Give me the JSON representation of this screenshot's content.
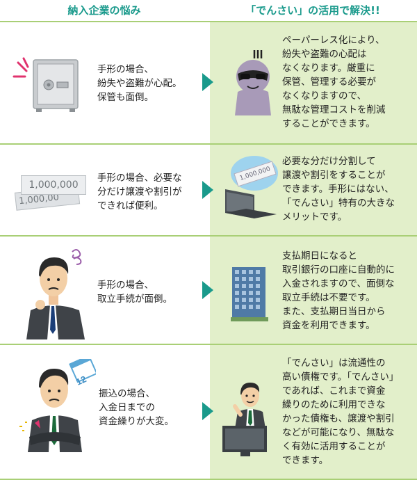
{
  "header": {
    "left": "納入企業の悩み",
    "right": "「でんさい」の活用で解決!!"
  },
  "rows": [
    {
      "problem": "手形の場合、\n紛失や盗難が心配。\n保管も面倒。",
      "solution": "ペーパーレス化により、\n紛失や盗難の心配は\nなくなります。厳重に\n保管、管理する必要が\nなくなりますので、\n無駄な管理コストを削減\nすることができます。"
    },
    {
      "problem": "手形の場合、必要な\n分だけ譲渡や割引が\nできれば便利。",
      "solution": "必要な分だけ分割して\n譲渡や割引をすることが\nできます。手形にはない、\n「でんさい」特有の大きな\nメリットです。",
      "bill_amount": "1,000,000",
      "bill_amount_partial": "1,000,00",
      "bubble_amount": "1,000,000"
    },
    {
      "problem": "手形の場合、\n取立手続が面倒。",
      "solution": "支払期日になると\n取引銀行の口座に自動的に\n入金されますので、面倒な\n取立手続は不要です。\nまた、支払期日当日から\n資金を利用できます。"
    },
    {
      "problem": "振込の場合、\n入金日までの\n資金繰りが大変。",
      "solution": "「でんさい」は流通性の\n高い債権です。「でんさい」\nであれば、これまで資金\n繰りのために利用できな\nかった債権も、譲渡や割引\nなどが可能になり、無駄な\nく有効に活用することが\nできます。",
      "calendar_number": "12"
    }
  ],
  "colors": {
    "accent": "#1a9a8c",
    "divider": "#a9cf76",
    "solution_bg": "#e2efca"
  }
}
